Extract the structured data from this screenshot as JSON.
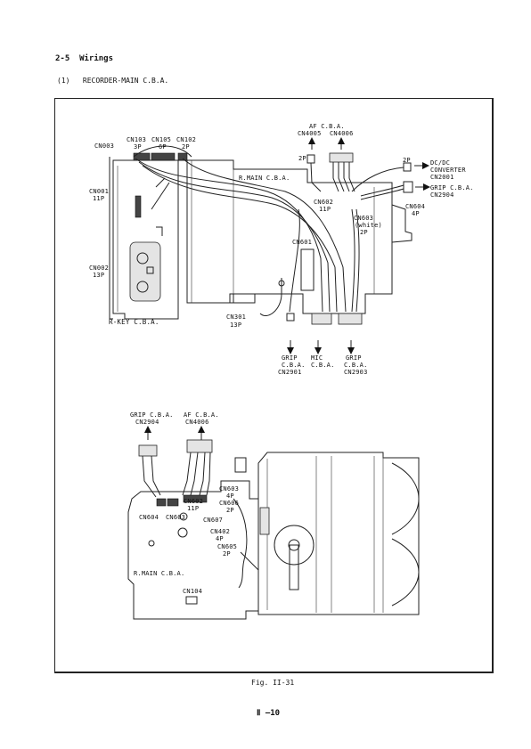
{
  "header": {
    "section": "2-5  Wirings",
    "subsection": "(1)   RECORDER-MAIN C.B.A."
  },
  "top_diagram": {
    "labels": {
      "af_cba": "AF C.B.A.",
      "cn4005": "CN4005",
      "cn4006": "CN4006",
      "cn103": "CN103",
      "cn103_pins": "3P",
      "cn105": "CN105",
      "cn105_pins": "6P",
      "cn102": "CN102",
      "cn102_pins": "2P",
      "cn003": "CN003",
      "cn001": "CN001",
      "cn001_pins": "11P",
      "cn002": "CN002",
      "cn002_pins": "13P",
      "rmain_cba": "R.MAIN C.B.A.",
      "left_2p": "2P",
      "right_2p": "2P",
      "dcdc_line1": "DC/DC",
      "dcdc_line2": "CONVERTER",
      "dcdc_line3": "CN2001",
      "grip_right_line1": "GRIP C.B.A.",
      "grip_right_line2": "CN2904",
      "cn602": "CN602",
      "cn602_pins": "11P",
      "cn604": "CN604",
      "cn604_pins": "4P",
      "cn603": "CN603",
      "cn603_note": "(white)",
      "cn603_pins": "2P",
      "cn601": "CN601",
      "rkey_cba": "R-KEY C.B.A.",
      "cn301": "CN301",
      "cn301_pins": "13P",
      "grip_bottom_left": [
        "GRIP",
        "C.B.A.",
        "CN2901"
      ],
      "mic": [
        "MIC",
        "C.B.A."
      ],
      "grip_bottom_right": [
        "GRIP",
        "C.B.A.",
        "CN2903"
      ]
    }
  },
  "bottom_diagram": {
    "labels": {
      "grip_cba": "GRIP C.B.A.",
      "grip_cn": "CN2904",
      "af_cba": "AF C.B.A.",
      "af_cn": "CN4006",
      "cn603": "CN603",
      "cn603_pins": "4P",
      "cn606": "CN606",
      "cn606_pins": "2P",
      "cn602": "CN602",
      "cn602_pins": "11P",
      "cn604": "CN604",
      "cn603b": "CN603",
      "cn607": "CN607",
      "cn402": "CN402",
      "cn402_pins": "4P",
      "cn605": "CN605",
      "cn605_pins": "2P",
      "rmain_cba": "R.MAIN C.B.A.",
      "cn104": "CN104"
    }
  },
  "caption": "Fig. II-31",
  "page_number": "Ⅱ —10"
}
